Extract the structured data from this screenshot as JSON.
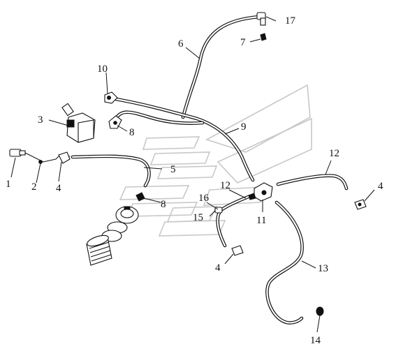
{
  "callouts": [
    {
      "id": "1",
      "label": "1"
    },
    {
      "id": "2",
      "label": "2"
    },
    {
      "id": "3",
      "label": "3"
    },
    {
      "id": "4a",
      "label": "4"
    },
    {
      "id": "4b",
      "label": "4"
    },
    {
      "id": "4c",
      "label": "4"
    },
    {
      "id": "5",
      "label": "5"
    },
    {
      "id": "6",
      "label": "6"
    },
    {
      "id": "7",
      "label": "7"
    },
    {
      "id": "8a",
      "label": "8"
    },
    {
      "id": "8b",
      "label": "8"
    },
    {
      "id": "9",
      "label": "9"
    },
    {
      "id": "10",
      "label": "10"
    },
    {
      "id": "11",
      "label": "11"
    },
    {
      "id": "12a",
      "label": "12"
    },
    {
      "id": "12b",
      "label": "12"
    },
    {
      "id": "13",
      "label": "13"
    },
    {
      "id": "14",
      "label": "14"
    },
    {
      "id": "15",
      "label": "15"
    },
    {
      "id": "16",
      "label": "16"
    },
    {
      "id": "17",
      "label": "17"
    }
  ],
  "colors": {
    "line": "#111111",
    "watermark": "#c8c8c8",
    "background": "#ffffff"
  }
}
